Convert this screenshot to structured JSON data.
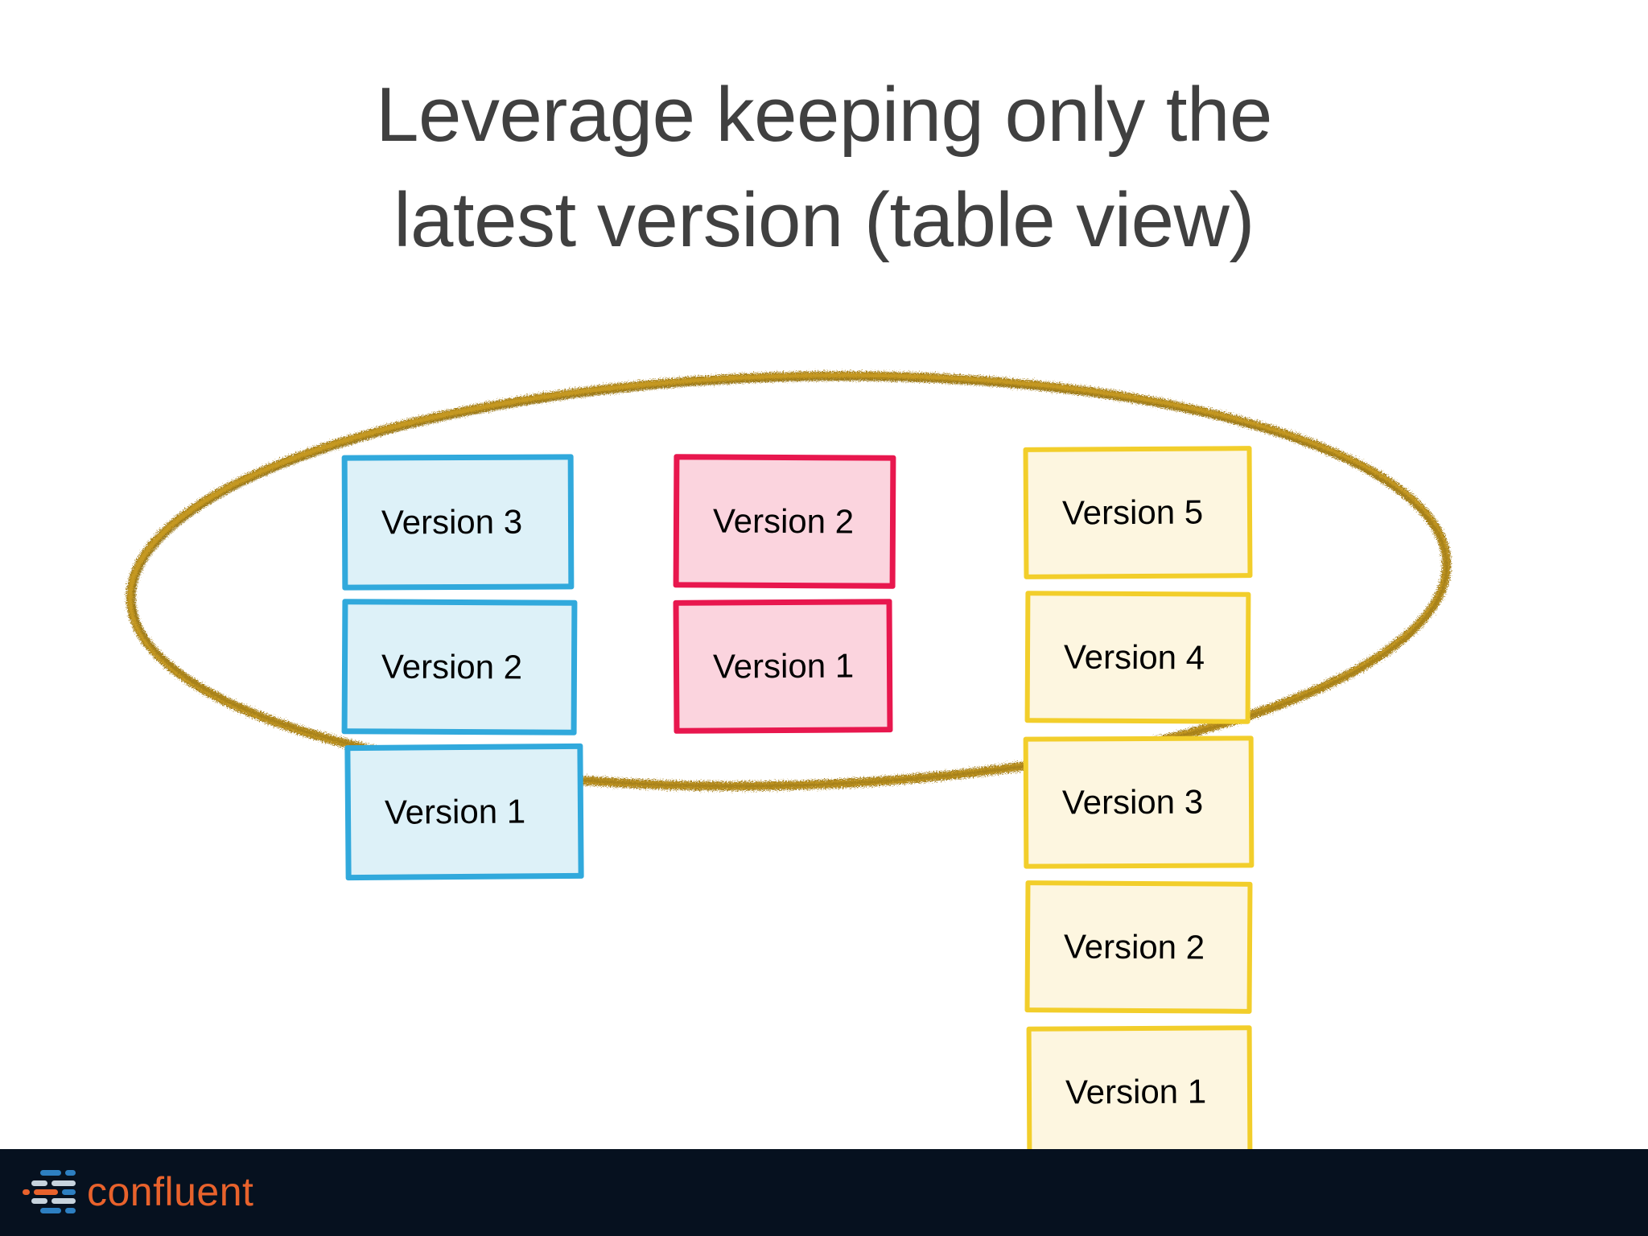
{
  "slide": {
    "background_color": "#ffffff",
    "title": "Leverage keeping only the\nlatest version (table view)",
    "title_color": "#404040"
  },
  "diagram": {
    "highlight": {
      "shape": "ellipse",
      "name": "latest-version-highlight",
      "stroke_color": "#b8860b",
      "style": "hand-drawn"
    },
    "columns": [
      {
        "name": "blue-column",
        "border_color": "#31a9dc",
        "fill_color": "#ddf1f8",
        "boxes": [
          {
            "label": "Version 3"
          },
          {
            "label": "Version 2"
          },
          {
            "label": "Version 1"
          }
        ]
      },
      {
        "name": "pink-column",
        "border_color": "#e8174e",
        "fill_color": "#fbd4de",
        "boxes": [
          {
            "label": "Version 2"
          },
          {
            "label": "Version 1"
          }
        ]
      },
      {
        "name": "yellow-column",
        "border_color": "#f2ce2b",
        "fill_color": "#fdf6e0",
        "boxes": [
          {
            "label": "Version 5"
          },
          {
            "label": "Version 4"
          },
          {
            "label": "Version 3"
          },
          {
            "label": "Version 2"
          },
          {
            "label": "Version 1"
          }
        ]
      }
    ]
  },
  "footer": {
    "background_color": "#06111f",
    "logo": {
      "icon": "confluent-mark-icon",
      "wordmark": "confluent",
      "wordmark_color": "#e8622c",
      "accent_blue": "#2d7fc1",
      "accent_light": "#c7d3dd",
      "accent_orange": "#e8622c"
    }
  }
}
